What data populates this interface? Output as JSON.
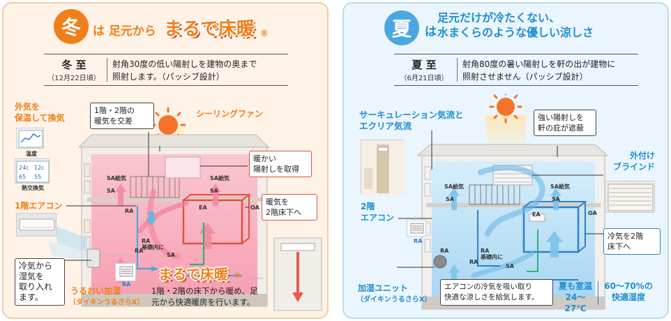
{
  "winter": {
    "season_char": "冬",
    "headline_particle": "は 足元から",
    "brand_name": "まるで床暖",
    "brand_reg": "®",
    "info_title": "冬 至",
    "info_date": "（12月22日頃）",
    "info_desc": [
      "射角30度の低い陽射しを建物の奥まで",
      "照射します。（パッシブ設計）"
    ],
    "labels": {
      "outdoor_air": [
        "外気を",
        "保温して換気"
      ],
      "temp_caption": "温度",
      "heat_exchange_caption": "熱交換気",
      "exchange": [
        "1階・2階の",
        "暖気を交差"
      ],
      "ceiling_fan": "シーリングファン",
      "warm_sun": [
        "暖かい",
        "陽射しを取得"
      ],
      "ac_1f": "1階エアコン",
      "warm_to_2f": [
        "暖気を",
        "2階床下へ"
      ],
      "dehumid_intake": [
        "冷気から",
        "湿気を",
        "取り入れ",
        "ます。"
      ],
      "humidifier": "うるおい加湿",
      "humidifier_model": "（ダイキンうるさらX）",
      "brand_footer": "まるで床暖",
      "brand_footer_reg": "®",
      "footer_desc": [
        "1階・2階の床下から暖め、足",
        "元から快適暖房を行います。"
      ]
    },
    "small_labels": {
      "sa_supply_1": "SA給気",
      "sa_supply_2": "SA給気",
      "sa_1": "SA",
      "sa_2": "SA",
      "ea": "EA",
      "oa": "OA",
      "ra_1": "RA",
      "ra_base": "RA\n基礎内に",
      "ra_2": "RA",
      "sa_3": "SA",
      "ra_vent": "RA"
    },
    "colors": {
      "accent": "#f07f1a",
      "circle": "#f07f1a",
      "warm": "#f7a8b6",
      "box": "#e2513a"
    }
  },
  "summer": {
    "season_char": "夏",
    "headline_particle": "は",
    "headline_lines": [
      "足元だけが冷たくない、",
      "水まくらのような優しい涼しさ"
    ],
    "info_title": "夏 至",
    "info_date": "（6月21日頃）",
    "info_desc": [
      "射角80度の暑い陽射しを軒の出が建物に",
      "照射させません（パッシブ設計）"
    ],
    "labels": {
      "circulation": [
        "サーキュレーション気流と",
        "エクリア気流"
      ],
      "eaves_block": [
        "強い陽射しを",
        "軒の庇が遮蔽"
      ],
      "external_blind": [
        "外付け",
        "ブラインド"
      ],
      "ac_2f": [
        "2階",
        "エアコン"
      ],
      "cool_to_2f": [
        "冷気を2階",
        "床下へ"
      ],
      "humidifier_unit": "加湿ユニット",
      "humidifier_model": "（ダイキンうるさらX）",
      "ac_supply_desc": [
        "エアコンの冷気を吸い取り",
        "快適な涼しさを給気します。"
      ],
      "room_temp": [
        "夏も室温",
        "24～27℃"
      ],
      "humidity": [
        "60～70%の",
        "快適湿度"
      ]
    },
    "small_labels": {
      "sa_supply_1": "SA給気",
      "sa_supply_2": "SA給気",
      "sa_1": "SA",
      "sa_2": "SA",
      "ea": "EA",
      "oa": "OA",
      "ra_1": "RA",
      "ra_base": "RA\n基礎内に",
      "ra_2": "RA",
      "sa_3": "SA",
      "ra_vent": "RA"
    },
    "colors": {
      "accent": "#1f8fd0",
      "circle": "#4aa8e0",
      "cool": "#9fd3f2",
      "box": "#2e7fc6"
    }
  }
}
